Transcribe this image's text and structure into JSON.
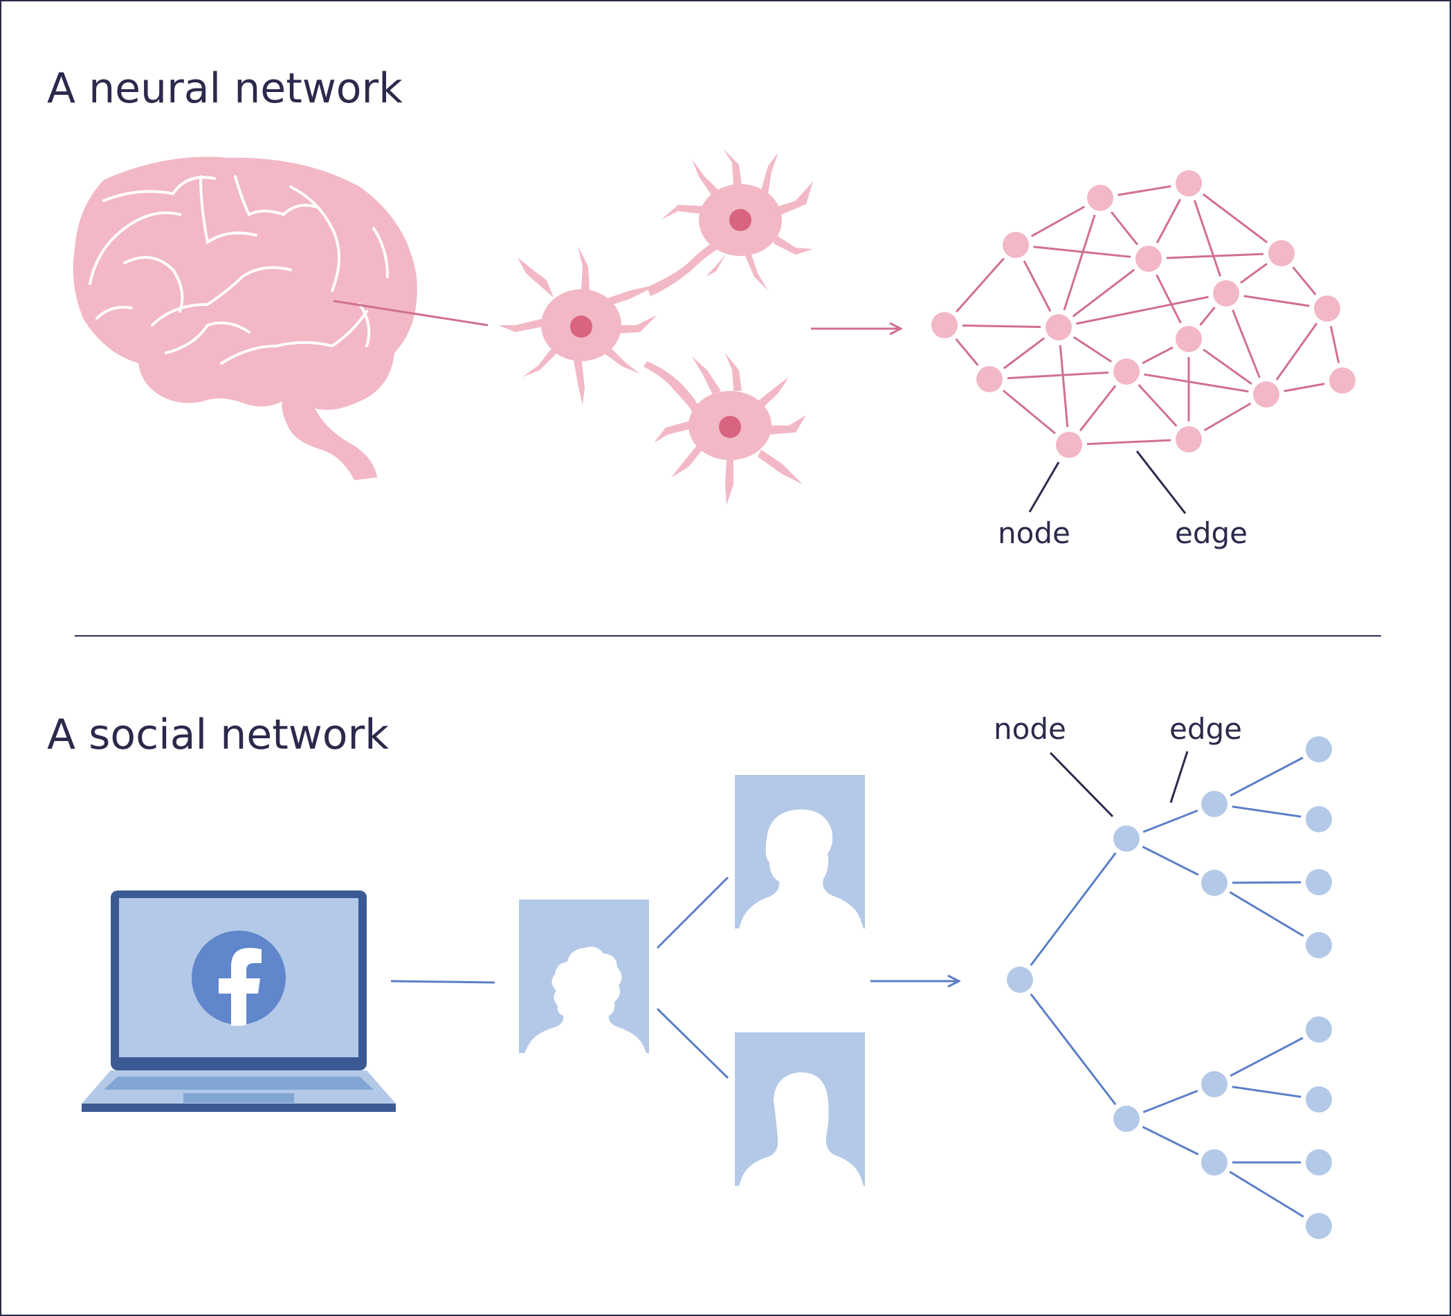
{
  "colors": {
    "ink": "#2b2a4c",
    "pink_fill": "#f2b8c6",
    "pink_line": "#d0708d",
    "pink_nucleus": "#d9647f",
    "blue_fill": "#b4c9e8",
    "blue_line": "#5b7ec7",
    "blue_dark": "#3b5a94",
    "fb_blue": "#6086cc",
    "white": "#ffffff"
  },
  "neural": {
    "title": "A neural network",
    "brain_icon": "brain-icon",
    "neuron_icon": "neuron-icon",
    "label_node": "node",
    "label_edge": "edge"
  },
  "social": {
    "title": "A social network",
    "laptop_icon": "laptop-icon",
    "facebook_icon": "facebook-logo-icon",
    "profile_icon": "person-silhouette-icon",
    "label_node": "node",
    "label_edge": "edge"
  }
}
